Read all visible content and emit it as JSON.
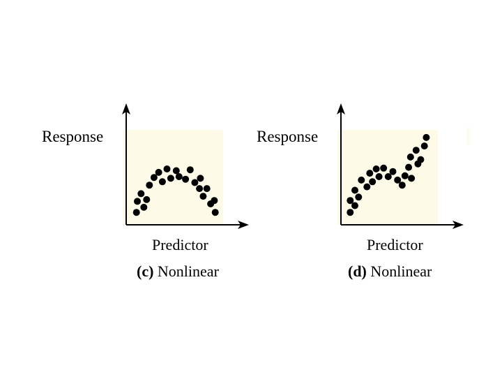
{
  "colors": {
    "plot_background": "#fdfbe8",
    "axes": "#000000",
    "points": "#000000"
  },
  "chart_data": [
    {
      "type": "scatter",
      "title": "",
      "ylabel": "Response",
      "xlabel": "Predictor",
      "caption_prefix": "(c)",
      "caption_text": " Nonlinear",
      "xlim": [
        0,
        10
      ],
      "ylim": [
        0,
        10
      ],
      "grid": false,
      "points": [
        {
          "x": 0.5,
          "y": 0.8
        },
        {
          "x": 0.6,
          "y": 2.1
        },
        {
          "x": 1.0,
          "y": 3.0
        },
        {
          "x": 1.3,
          "y": 1.4
        },
        {
          "x": 1.6,
          "y": 2.3
        },
        {
          "x": 1.9,
          "y": 4.0
        },
        {
          "x": 2.4,
          "y": 4.9
        },
        {
          "x": 2.9,
          "y": 5.5
        },
        {
          "x": 3.3,
          "y": 4.4
        },
        {
          "x": 3.8,
          "y": 5.9
        },
        {
          "x": 4.2,
          "y": 4.8
        },
        {
          "x": 4.8,
          "y": 5.7
        },
        {
          "x": 5.1,
          "y": 5.0
        },
        {
          "x": 5.8,
          "y": 4.7
        },
        {
          "x": 6.3,
          "y": 5.8
        },
        {
          "x": 6.8,
          "y": 4.3
        },
        {
          "x": 7.3,
          "y": 3.6
        },
        {
          "x": 7.4,
          "y": 4.8
        },
        {
          "x": 7.7,
          "y": 2.7
        },
        {
          "x": 8.1,
          "y": 3.6
        },
        {
          "x": 8.5,
          "y": 1.8
        },
        {
          "x": 8.9,
          "y": 2.2
        },
        {
          "x": 9.0,
          "y": 0.8
        }
      ]
    },
    {
      "type": "scatter",
      "title": "",
      "ylabel": "Response",
      "xlabel": "Predictor",
      "caption_prefix": "(d)",
      "caption_text": " Nonlinear",
      "xlim": [
        0,
        10
      ],
      "ylim": [
        0,
        10
      ],
      "grid": false,
      "points": [
        {
          "x": 0.4,
          "y": 0.8
        },
        {
          "x": 0.4,
          "y": 2.2
        },
        {
          "x": 0.9,
          "y": 1.6
        },
        {
          "x": 0.9,
          "y": 3.4
        },
        {
          "x": 1.3,
          "y": 2.6
        },
        {
          "x": 1.6,
          "y": 4.6
        },
        {
          "x": 2.2,
          "y": 3.8
        },
        {
          "x": 2.5,
          "y": 5.4
        },
        {
          "x": 2.8,
          "y": 4.4
        },
        {
          "x": 3.2,
          "y": 5.9
        },
        {
          "x": 3.5,
          "y": 5.0
        },
        {
          "x": 4.0,
          "y": 6.0
        },
        {
          "x": 4.5,
          "y": 5.0
        },
        {
          "x": 5.0,
          "y": 5.6
        },
        {
          "x": 5.5,
          "y": 4.6
        },
        {
          "x": 6.0,
          "y": 4.0
        },
        {
          "x": 6.3,
          "y": 5.1
        },
        {
          "x": 6.7,
          "y": 6.1
        },
        {
          "x": 6.9,
          "y": 7.3
        },
        {
          "x": 7.0,
          "y": 4.8
        },
        {
          "x": 7.5,
          "y": 8.1
        },
        {
          "x": 7.7,
          "y": 6.5
        },
        {
          "x": 8.0,
          "y": 7.0
        },
        {
          "x": 8.4,
          "y": 8.6
        },
        {
          "x": 8.6,
          "y": 9.6
        }
      ]
    }
  ]
}
